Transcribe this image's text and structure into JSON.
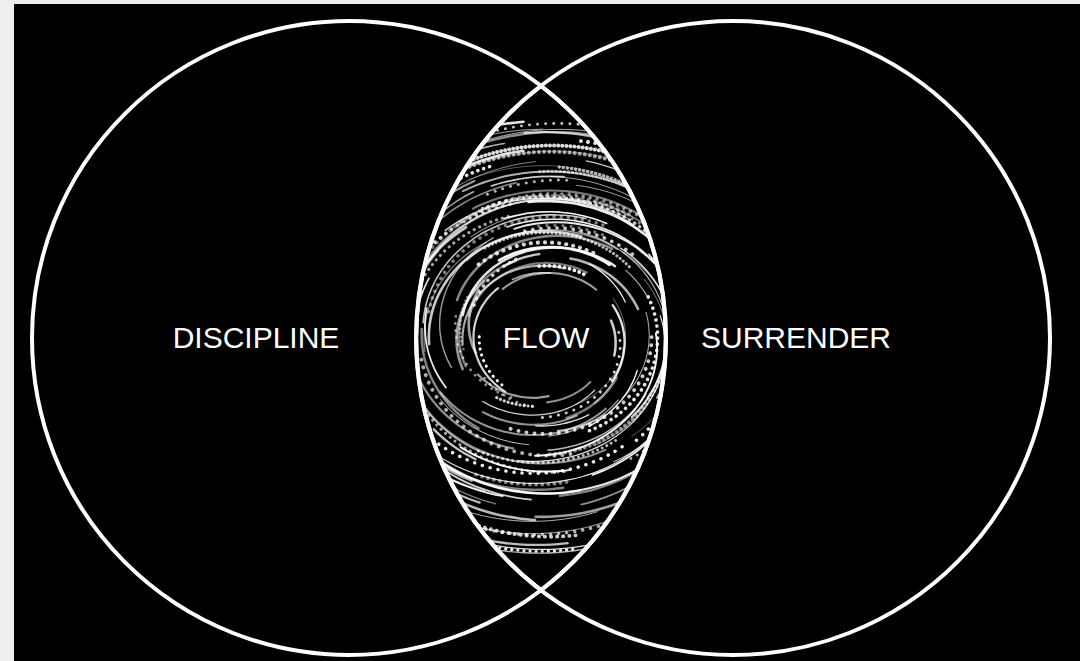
{
  "diagram": {
    "nodes": [
      {
        "text": [
          "DISCIPLINE"
        ]
      },
      {
        "text": [
          "FLOW"
        ]
      },
      {
        "text": [
          "SURRENDER"
        ]
      }
    ]
  }
}
